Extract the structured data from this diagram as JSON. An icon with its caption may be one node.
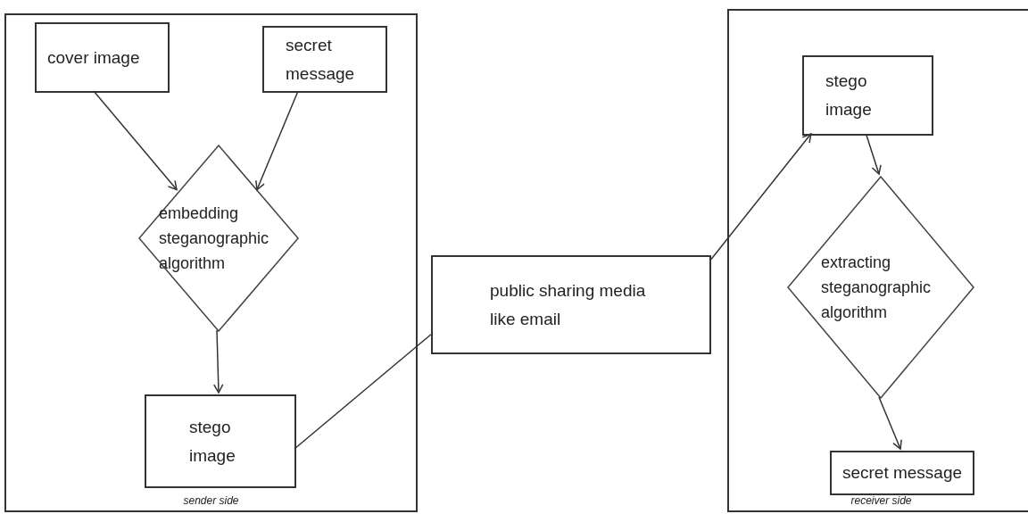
{
  "diagram": {
    "nodes": [
      {
        "text": [
          "sender side"
        ]
      },
      {
        "text": [
          "cover image"
        ],
        "in": 0
      },
      {
        "text": [
          "secret message"
        ],
        "in": 0
      },
      {
        "text": [
          "embedding steganographic algorithm"
        ],
        "in": 0
      },
      {
        "text": [
          "stego image"
        ],
        "in": 0
      },
      {
        "text": [
          "public sharing media like email"
        ]
      },
      {
        "text": [
          "receiver side"
        ]
      },
      {
        "text": [
          "stego image"
        ],
        "in": 6
      },
      {
        "text": [
          "extracting steganographic algorithm"
        ],
        "in": 6
      },
      {
        "text": [
          "secret message"
        ],
        "in": 6
      }
    ],
    "edges": [
      {
        "from": 1,
        "to": 3,
        "arrow": "to"
      },
      {
        "from": 2,
        "to": 3,
        "arrow": "to"
      },
      {
        "from": 3,
        "to": 4,
        "arrow": "to"
      },
      {
        "from": 4,
        "to": 5,
        "arrow": "none"
      },
      {
        "from": 5,
        "to": 7,
        "arrow": "to"
      },
      {
        "from": 7,
        "to": 8,
        "arrow": "to"
      },
      {
        "from": 8,
        "to": 9,
        "arrow": "to"
      }
    ]
  }
}
